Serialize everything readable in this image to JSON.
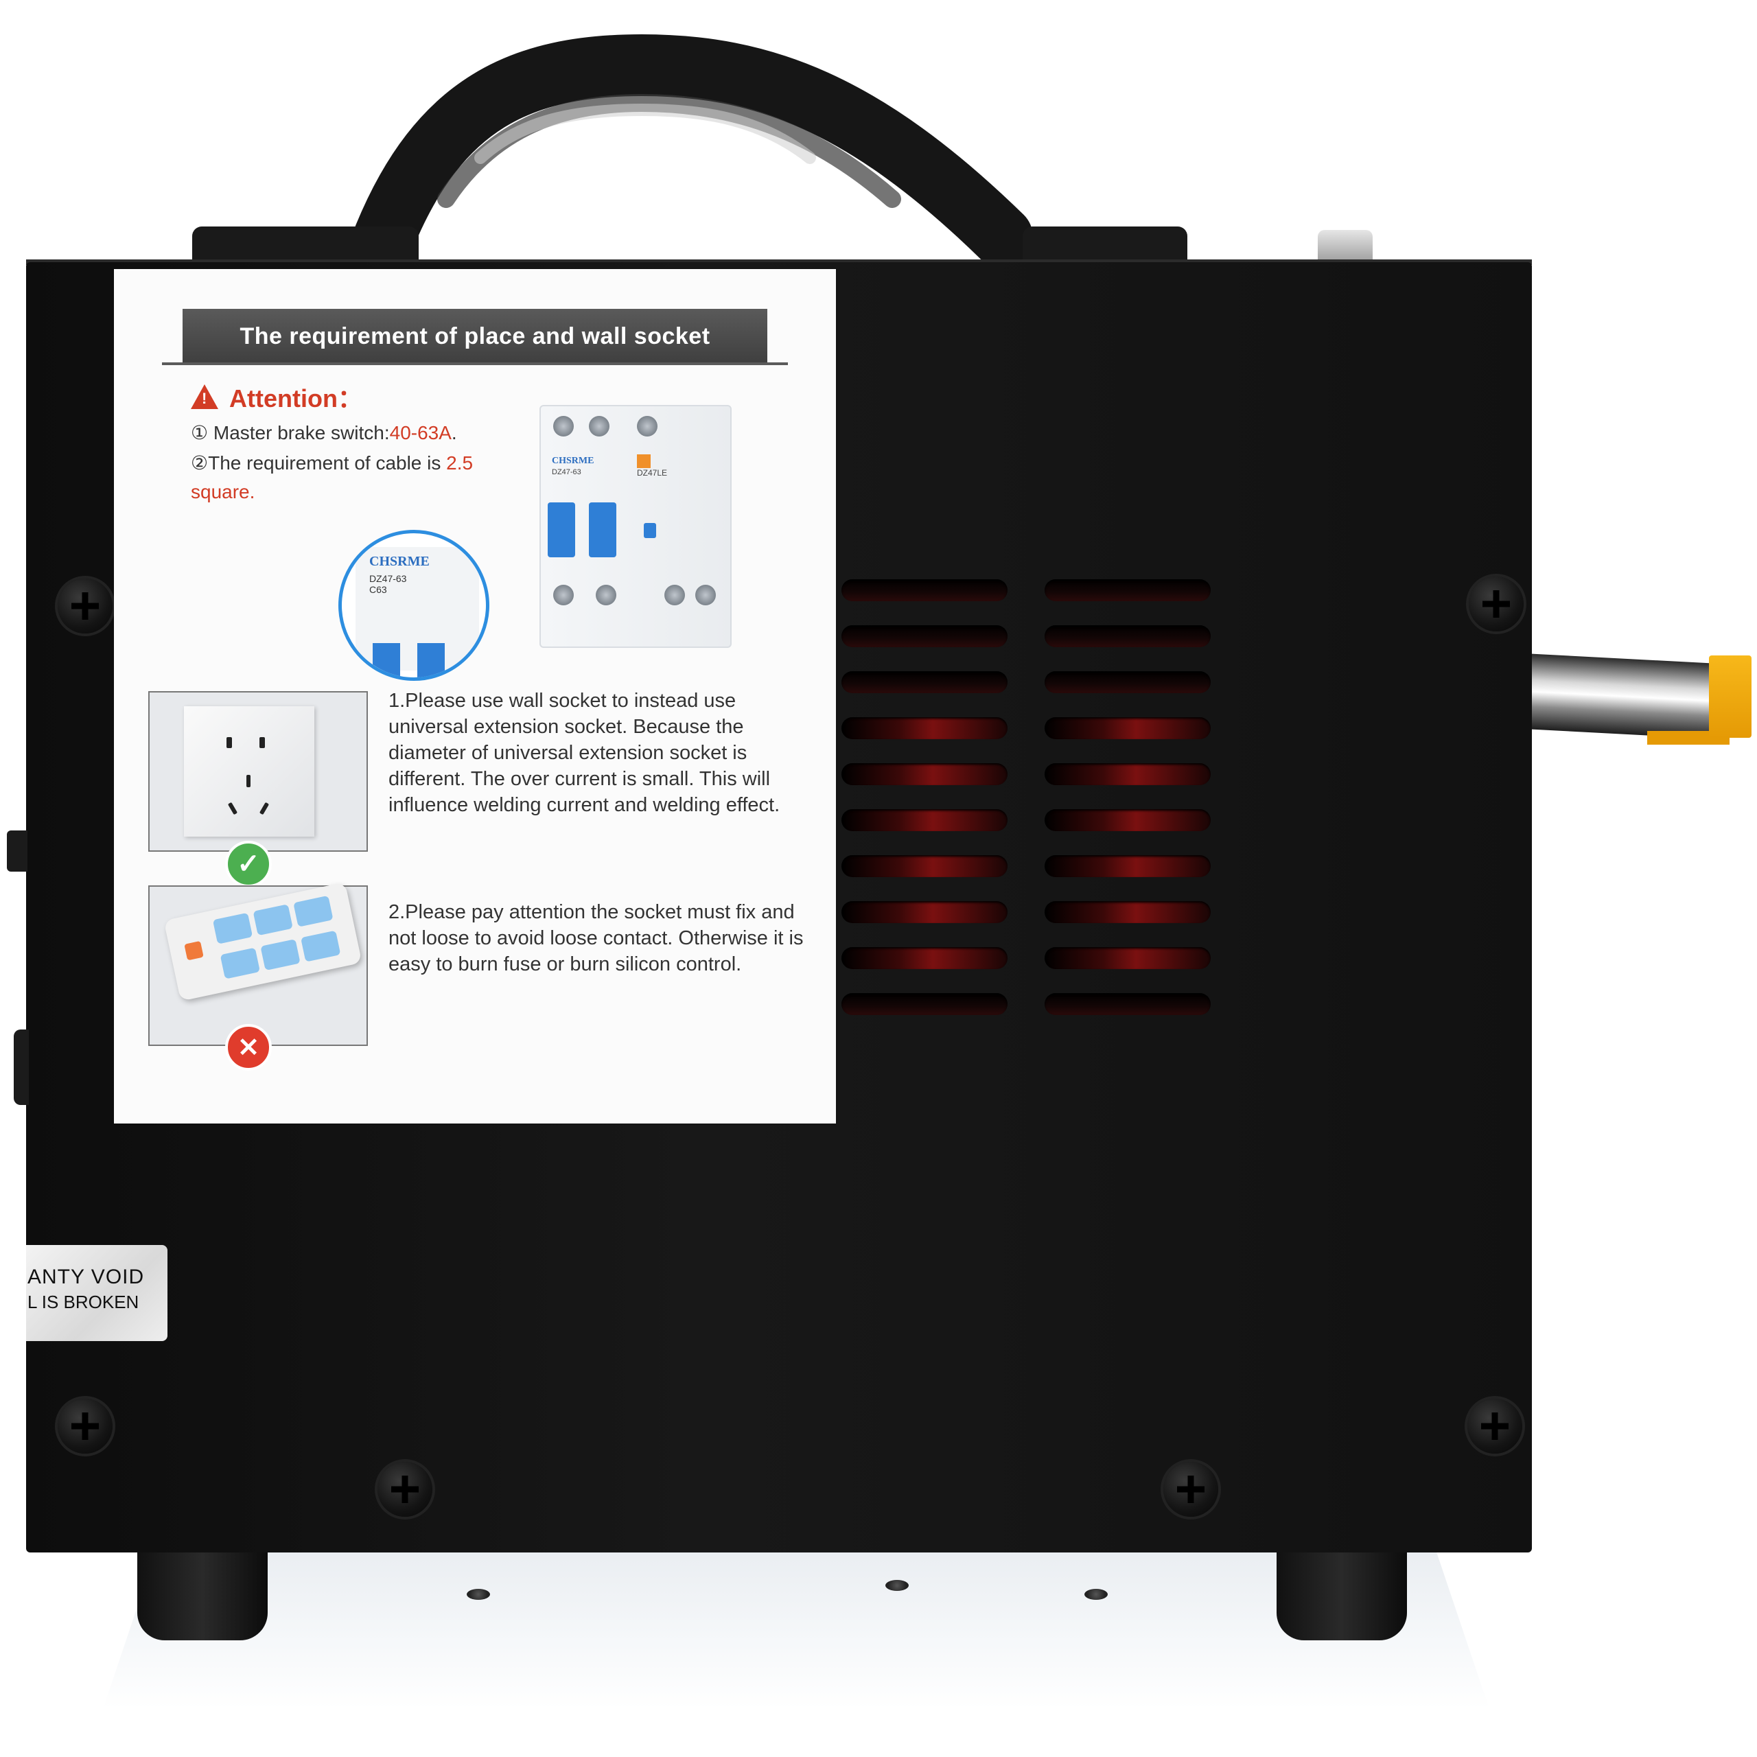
{
  "sticker": {
    "banner_title": "The requirement of place and wall socket",
    "attention_label": "Attention：",
    "item1_prefix": "① Master brake switch:",
    "item1_value": "40-63A",
    "item1_suffix": ".",
    "item2_prefix": "②The requirement of cable is ",
    "item2_value": "2.5 square.",
    "breaker_brand": "CHSRME",
    "breaker_model": "DZ47-63",
    "breaker_model2": "C63",
    "breaker_big_model2": "DZ47LE",
    "paragraph1": "1.Please use wall socket to instead use universal extension socket. Because the diameter of universal extension socket is different. The over current is small. This will influence welding current and welding effect.",
    "paragraph2": "2.Please pay attention the socket must fix and not loose to avoid loose contact. Otherwise it is easy to burn fuse or burn silicon control.",
    "check_symbol": "✓",
    "cross_symbol": "✕"
  },
  "warranty_label": {
    "line1": "ANTY VOID",
    "line2": "L IS BROKEN"
  },
  "colors": {
    "accent_red": "#d23c25",
    "breaker_blue": "#2f7fd6",
    "connector_yellow": "#f7b81a",
    "cabinet_black": "#141414"
  }
}
